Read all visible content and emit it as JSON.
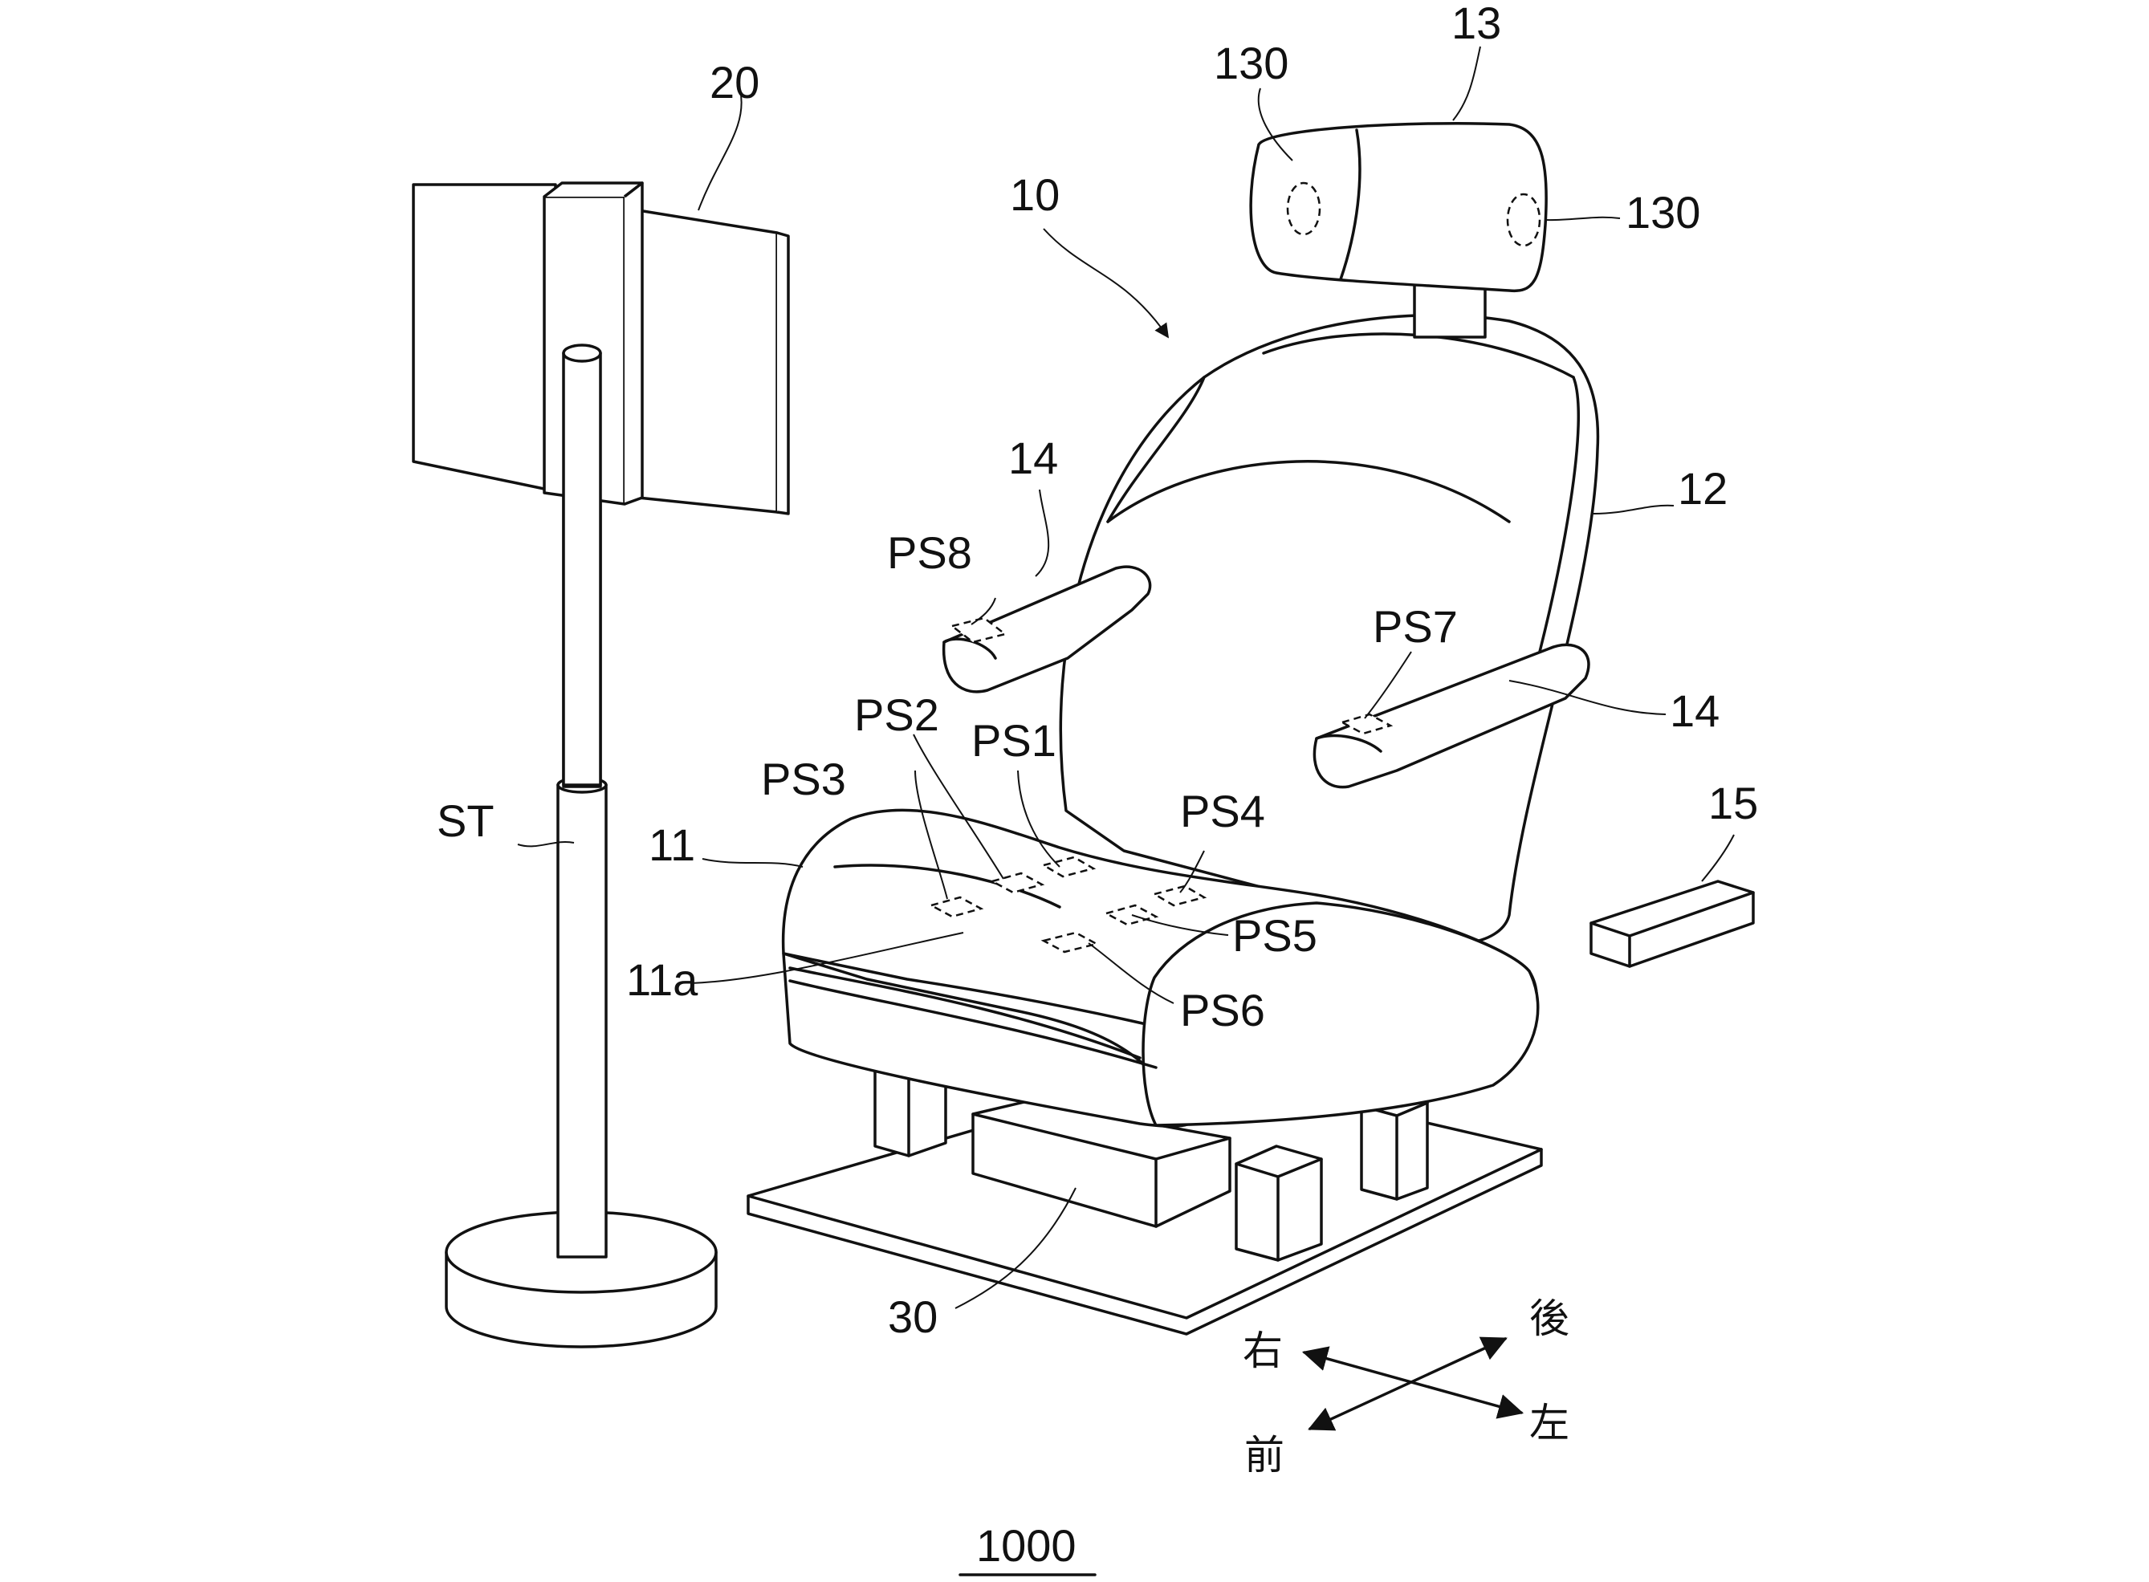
{
  "figure_number": "1000",
  "labels": {
    "display": "20",
    "stand": "ST",
    "seat_assembly": "10",
    "headrest": "13",
    "speaker_left": "130",
    "speaker_right": "130",
    "backrest": "12",
    "armrest_left": "14",
    "armrest_right": "14",
    "seat_cushion": "11",
    "seat_surface": "11a",
    "controller": "15",
    "base_unit": "30",
    "sensor_1": "PS1",
    "sensor_2": "PS2",
    "sensor_3": "PS3",
    "sensor_4": "PS4",
    "sensor_5": "PS5",
    "sensor_6": "PS6",
    "sensor_7": "PS7",
    "sensor_8": "PS8"
  },
  "directions": {
    "rear": "後",
    "right": "右",
    "front": "前",
    "left": "左"
  }
}
